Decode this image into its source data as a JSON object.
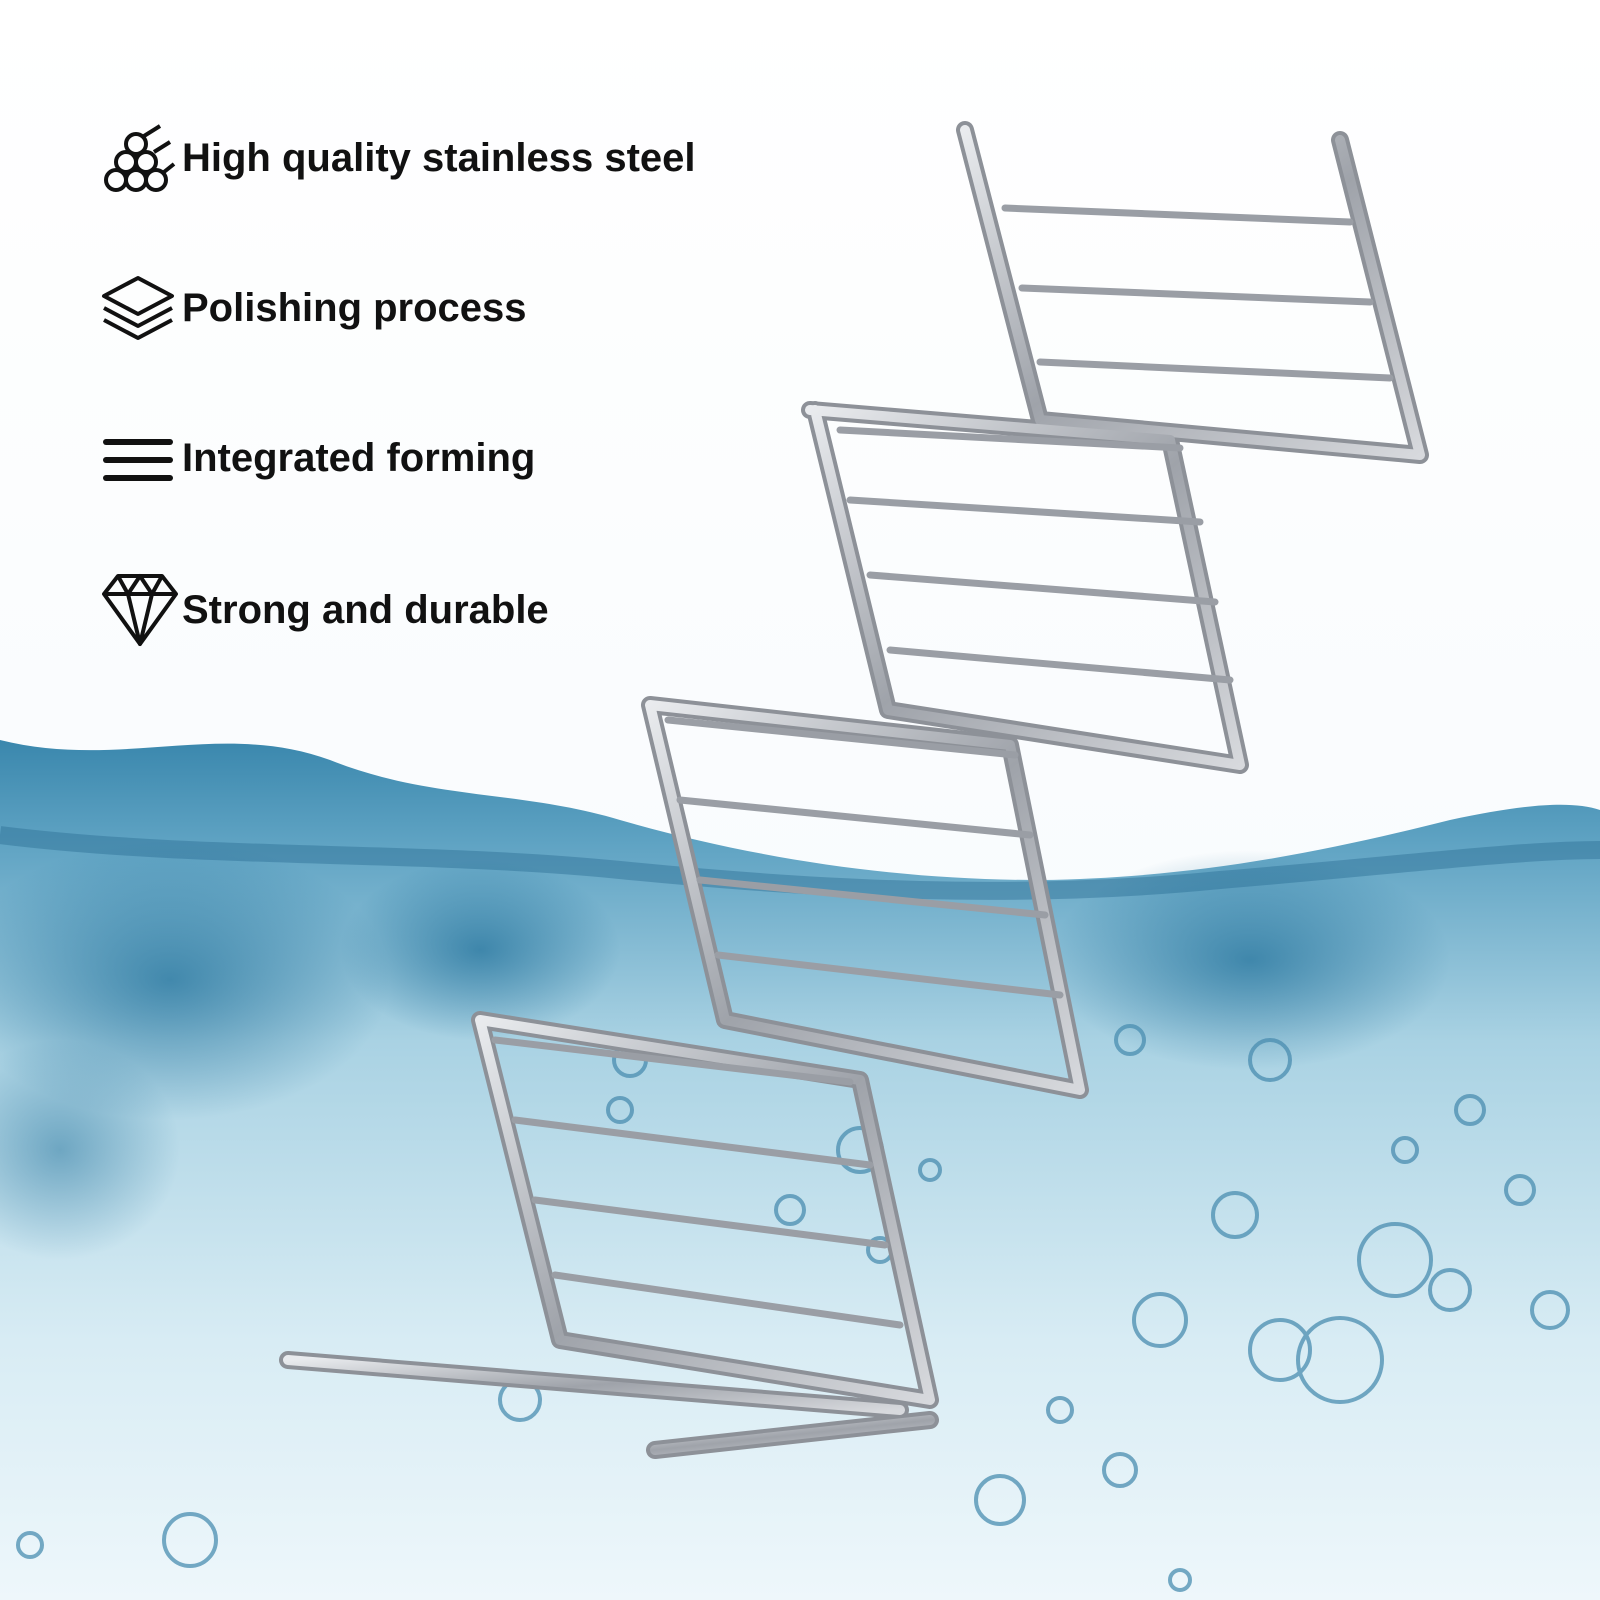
{
  "features": [
    {
      "icon": "steel-bars-icon",
      "label": "High quality stainless steel"
    },
    {
      "icon": "layers-icon",
      "label": "Polishing process"
    },
    {
      "icon": "menu-lines-icon",
      "label": "Integrated forming"
    },
    {
      "icon": "diamond-icon",
      "label": "Strong and durable"
    }
  ],
  "colors": {
    "water_deep": "#2f7fa6",
    "water_light": "#cfe8f2",
    "steel": "#b9bcc2",
    "text": "#111111"
  }
}
